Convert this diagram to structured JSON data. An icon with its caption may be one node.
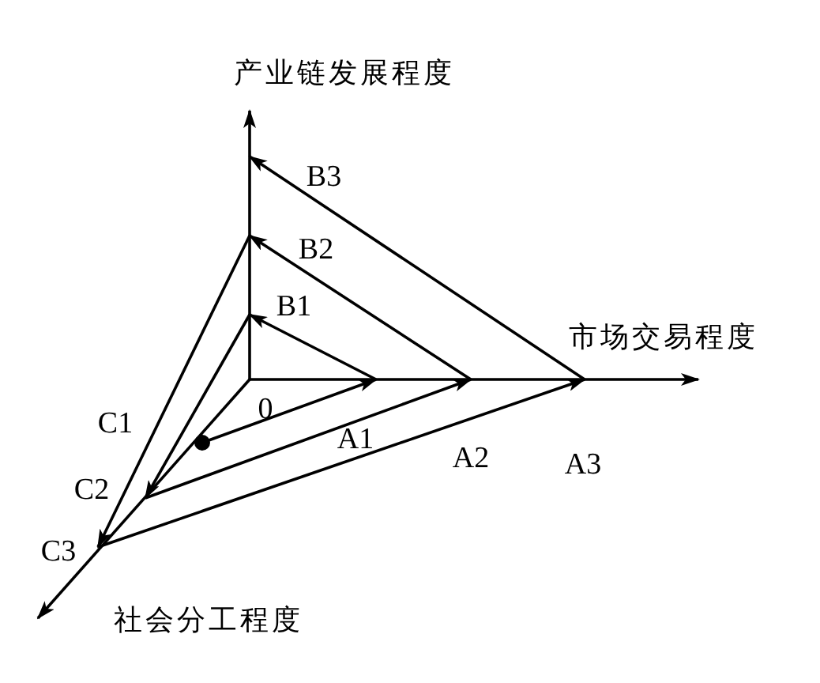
{
  "diagram": {
    "nodes": [
      {
        "text": [
          "0"
        ]
      },
      {
        "text": [
          "A1"
        ]
      },
      {
        "text": [
          "A2"
        ]
      },
      {
        "text": [
          "A3"
        ]
      },
      {
        "text": [
          "B1"
        ]
      },
      {
        "text": [
          "B2"
        ]
      },
      {
        "text": [
          "B3"
        ]
      },
      {
        "text": [
          "C1"
        ]
      },
      {
        "text": [
          "C2"
        ]
      },
      {
        "text": [
          "C3"
        ]
      }
    ],
    "edges": [
      {
        "from": 7,
        "to": 1,
        "arrow": "to"
      },
      {
        "from": 8,
        "to": 2,
        "arrow": "to"
      },
      {
        "from": 9,
        "to": 3,
        "arrow": "to"
      },
      {
        "from": 1,
        "to": 4,
        "arrow": "to"
      },
      {
        "from": 2,
        "to": 5,
        "arrow": "to"
      },
      {
        "from": 3,
        "to": 6,
        "arrow": "to"
      },
      {
        "from": 4,
        "to": 8,
        "arrow": "to"
      },
      {
        "from": 5,
        "to": 9,
        "arrow": "to"
      }
    ],
    "labels": [
      "产业链发展程度",
      "市场交易程度",
      "社会分工程度"
    ]
  }
}
